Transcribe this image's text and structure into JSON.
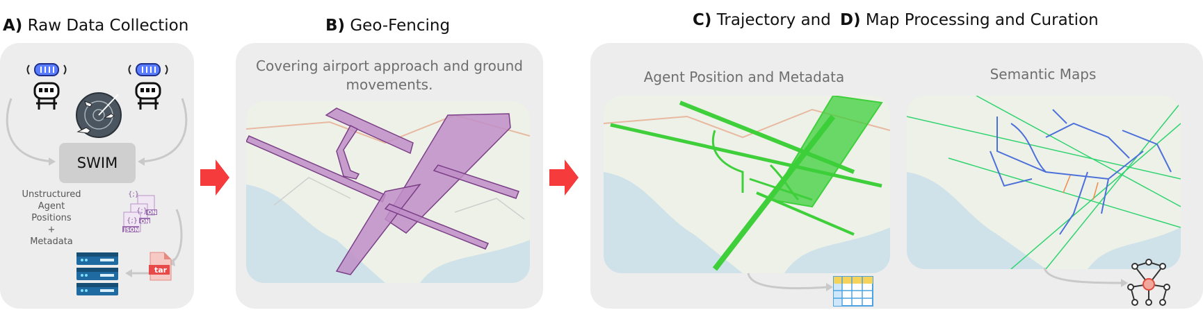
{
  "section_a": {
    "letter": "A)",
    "title": "Raw Data Collection",
    "swim_label": "SWIM",
    "unstructured_lines": [
      "Unstructured",
      "Agent",
      "Positions",
      "+",
      "Metadata"
    ],
    "tar_label": "tar",
    "json_label": "JSON",
    "on_label": "ON",
    "braces": "{;}"
  },
  "section_b": {
    "letter": "B)",
    "title": "Geo-Fencing",
    "subtitle": "Covering airport approach and ground movements."
  },
  "section_c": {
    "letter": "C)",
    "title": "Trajectory and"
  },
  "section_d": {
    "letter": "D)",
    "title": "Map Processing and Curation"
  },
  "panel_c": {
    "subtitle": "Agent Position and Metadata"
  },
  "panel_d": {
    "subtitle": "Semantic Maps"
  },
  "colors": {
    "arrow": "#f53b3b",
    "fence": "#c08ec8",
    "trajectory": "#3ecf3b",
    "semantic_blue": "#4c6fd9",
    "semantic_green": "#2fd36f",
    "water": "#cfe2e9",
    "panel": "#ededed",
    "drone": "#5a7cff"
  }
}
